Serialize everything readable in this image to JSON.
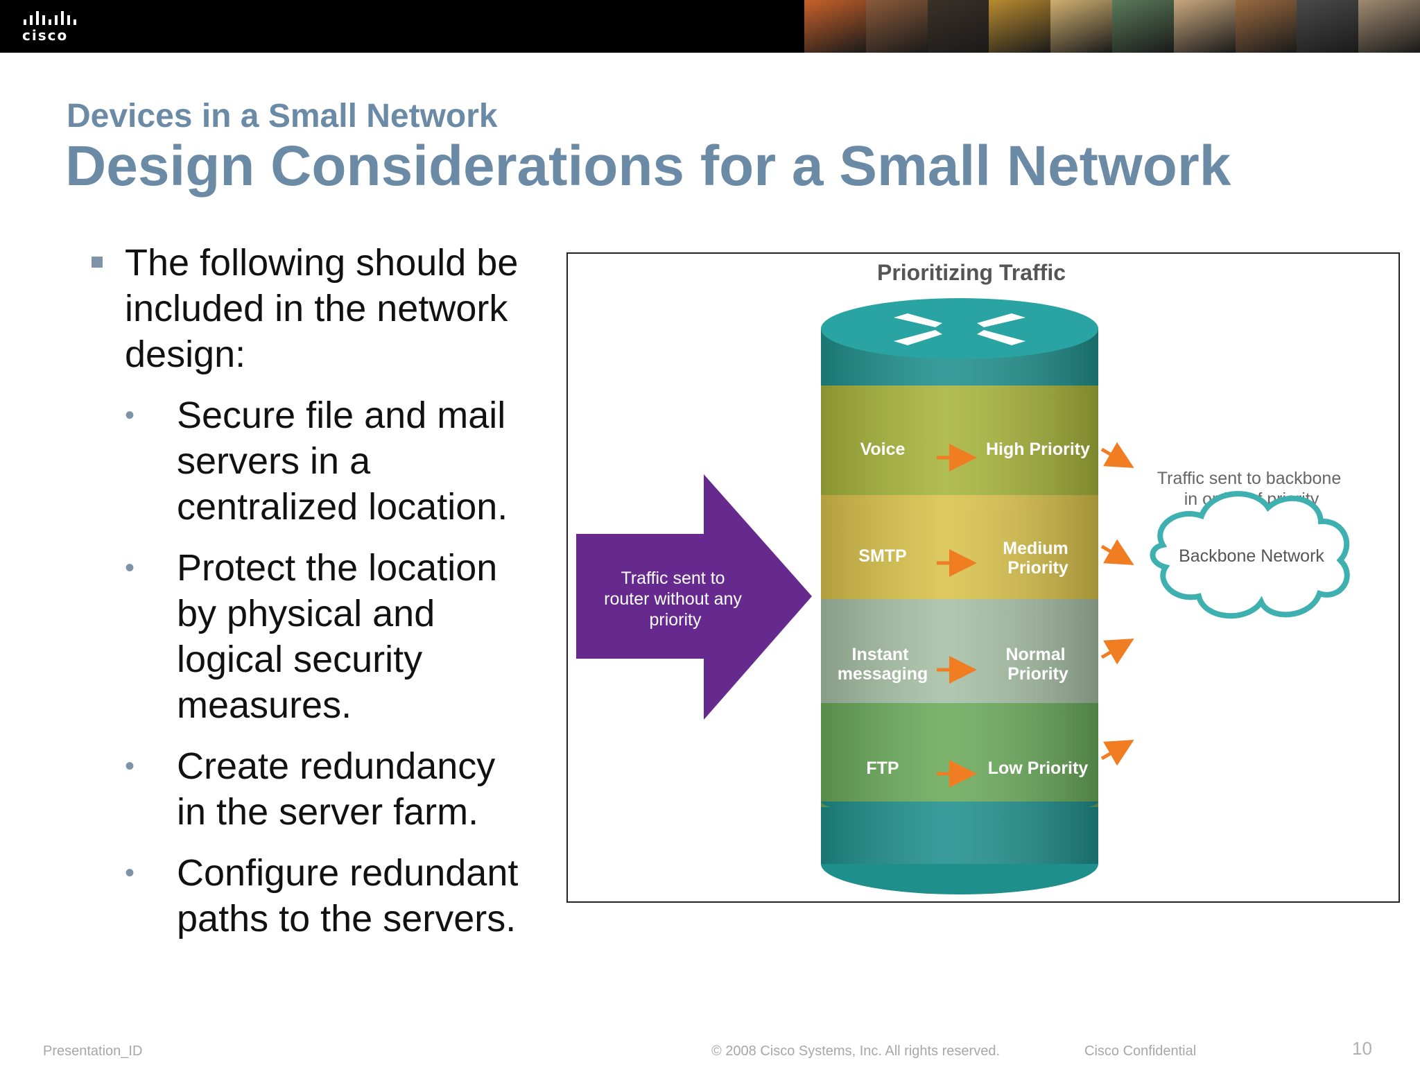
{
  "header": {
    "logo_text": "cisco",
    "photo_strip_colors": [
      "#c8612a",
      "#8a5a3a",
      "#3a3028",
      "#b98b2f",
      "#d0b070",
      "#5a7a5a",
      "#c9a77d",
      "#9a6a40",
      "#4a4a4a",
      "#a08a70"
    ]
  },
  "slide": {
    "subtitle": "Devices in a Small Network",
    "title": "Design Considerations for a Small Network",
    "bullets": {
      "intro": "The following should be included in the network design:",
      "intro_lines": [
        "The following should be",
        "included in the network",
        "design:"
      ],
      "items": [
        {
          "lines": [
            "Secure file and mail",
            "servers in a",
            "centralized location."
          ]
        },
        {
          "lines": [
            "Protect the location",
            "by physical and",
            "logical security",
            "measures."
          ]
        },
        {
          "lines": [
            "Create redundancy",
            "in the server farm."
          ]
        },
        {
          "lines": [
            "Configure redundant",
            "paths to the servers."
          ]
        }
      ]
    }
  },
  "figure": {
    "title": "Prioritizing Traffic",
    "incoming_label_lines": [
      "Traffic sent to",
      "router without any",
      "priority"
    ],
    "rows": [
      {
        "traffic_lines": [
          "Voice"
        ],
        "priority_lines": [
          "High Priority"
        ],
        "color": "#a6b43a"
      },
      {
        "traffic_lines": [
          "SMTP"
        ],
        "priority_lines": [
          "Medium",
          "Priority"
        ],
        "color": "#d9c24a"
      },
      {
        "traffic_lines": [
          "Instant",
          "messaging"
        ],
        "priority_lines": [
          "Normal",
          "Priority"
        ],
        "color": "#a6bfa4"
      },
      {
        "traffic_lines": [
          "FTP"
        ],
        "priority_lines": [
          "Low Priority"
        ],
        "color": "#6aaa5a"
      }
    ],
    "backbone_label_lines": [
      "Traffic sent to backbone",
      "in order of priority"
    ],
    "cloud_label": "Backbone Network",
    "colors": {
      "arrow_purple": "#662a8e",
      "teal": "#1f8f8c",
      "orange": "#f07d22",
      "cloud_stroke": "#3fb0b0"
    }
  },
  "footer": {
    "presentation_id": "Presentation_ID",
    "copyright": "© 2008 Cisco Systems, Inc. All rights reserved.",
    "confidential": "Cisco Confidential",
    "page_number": "10"
  }
}
